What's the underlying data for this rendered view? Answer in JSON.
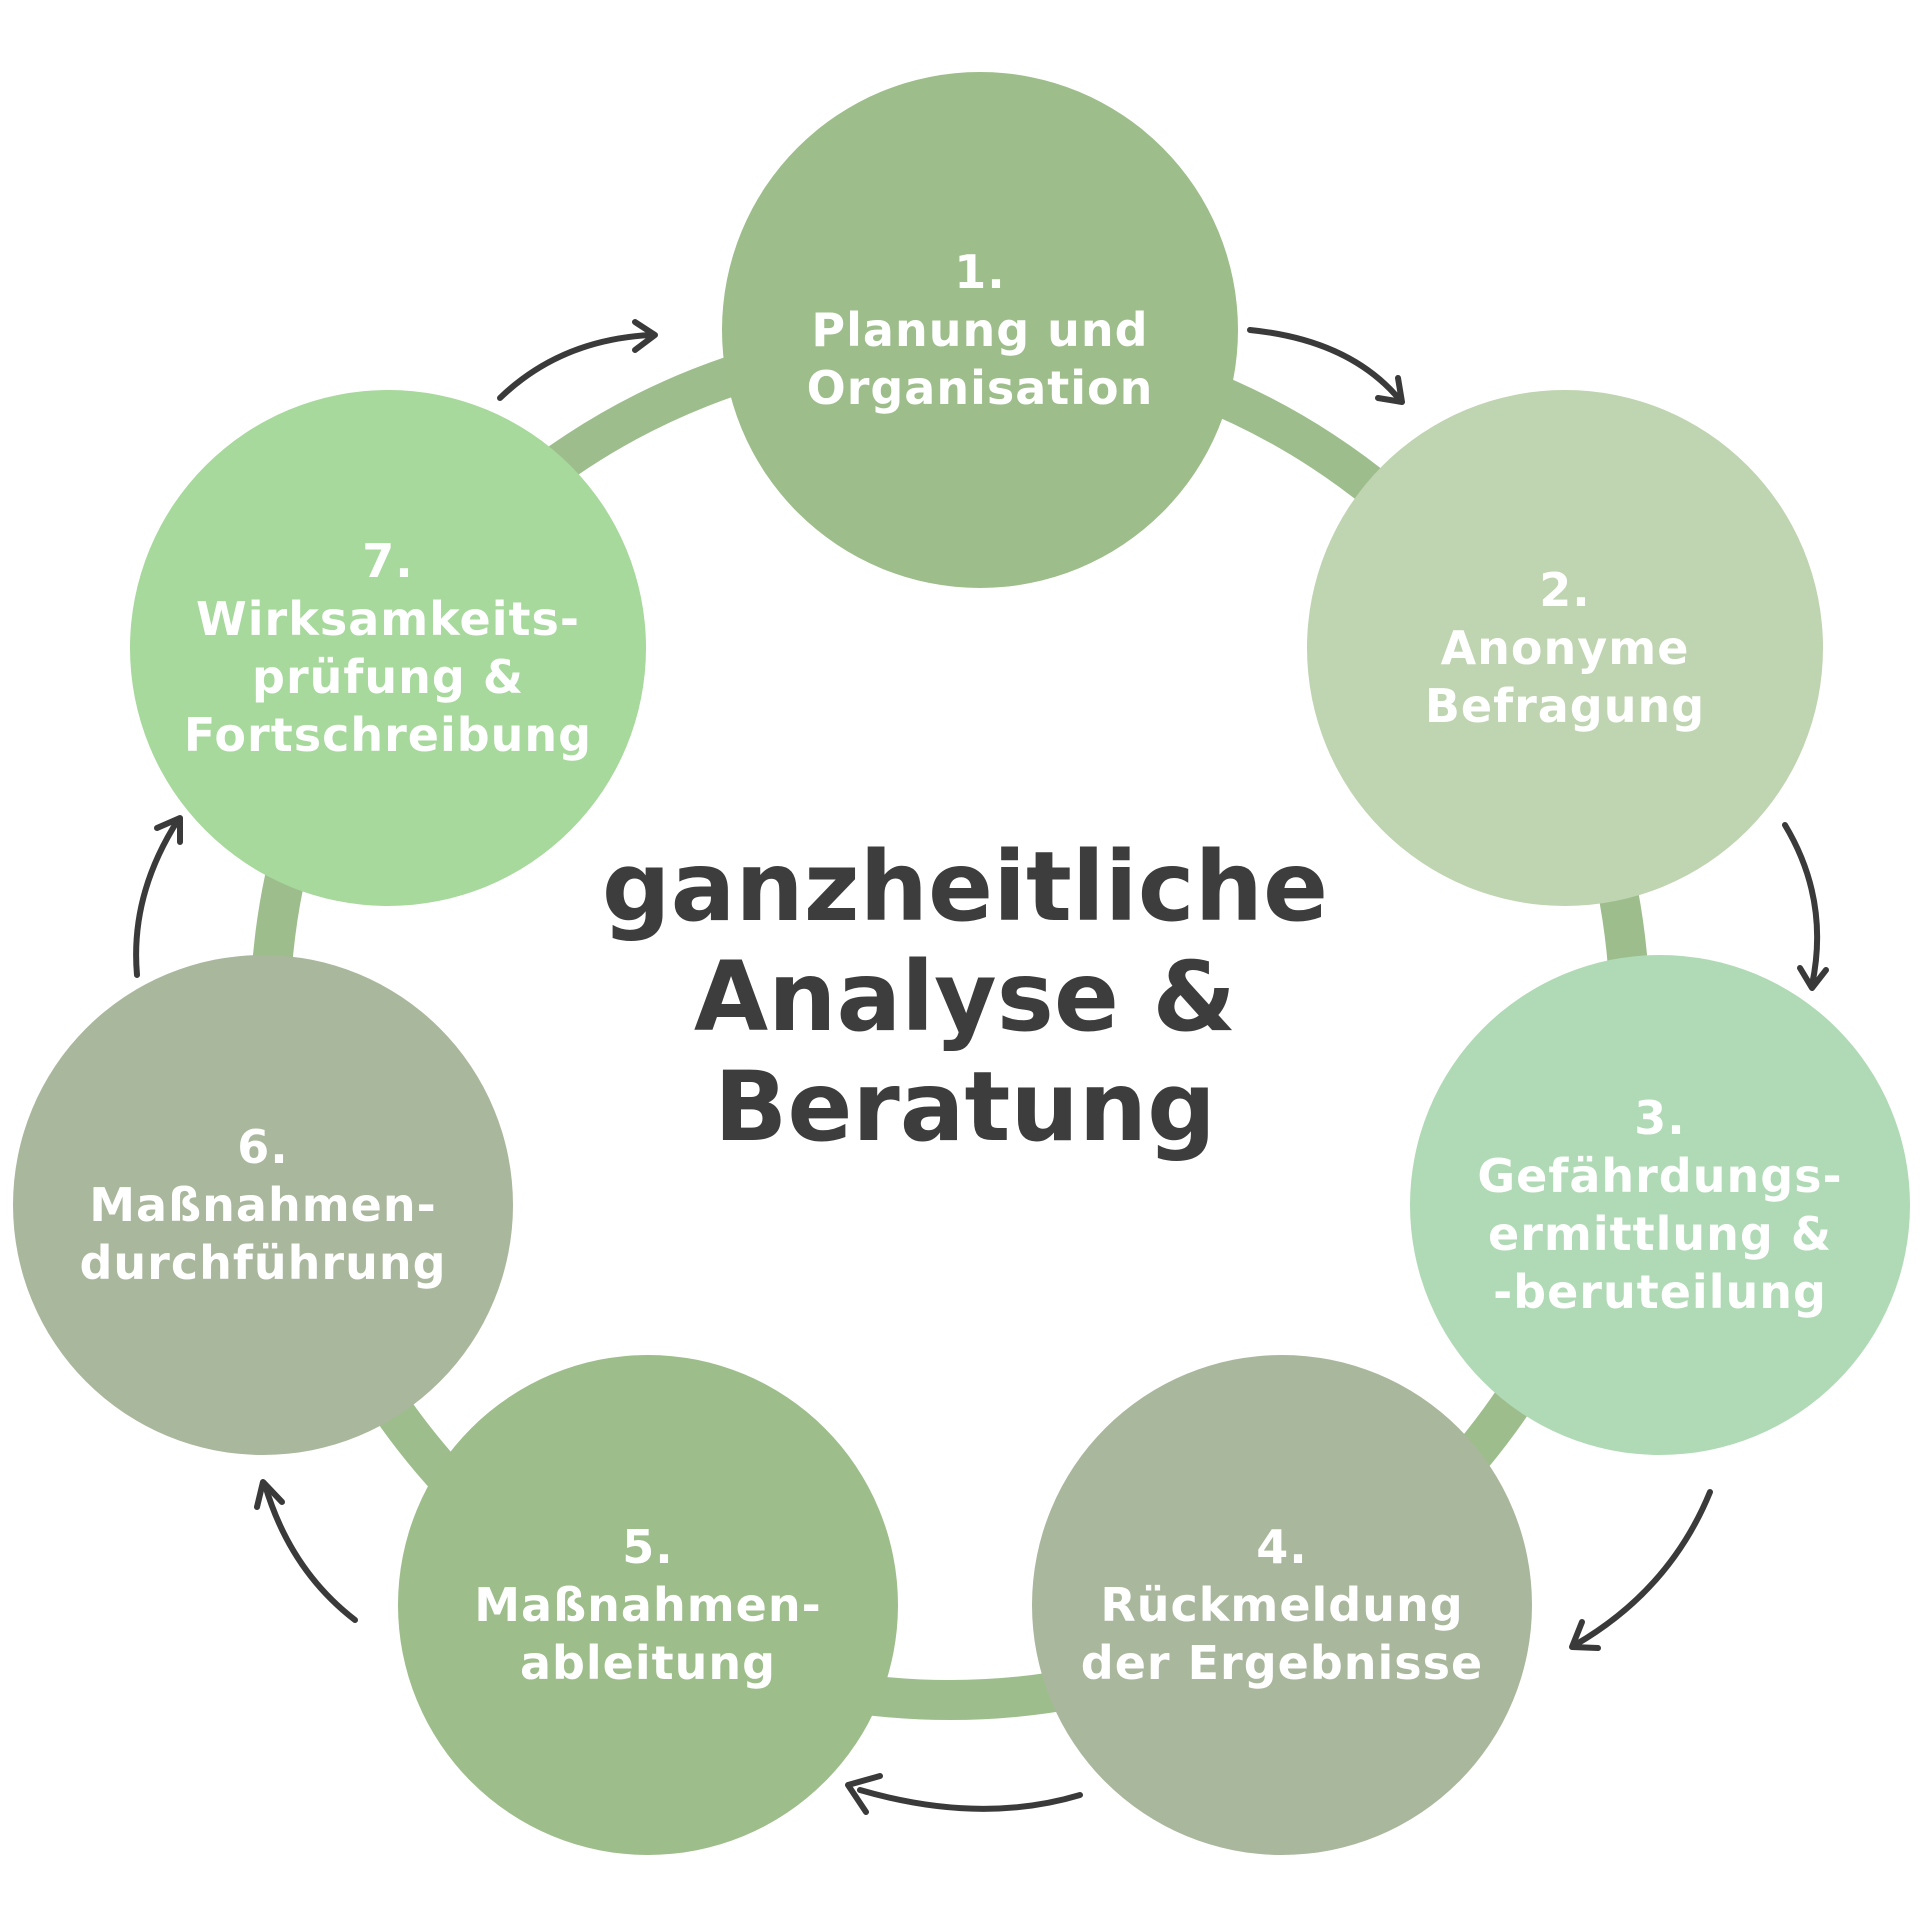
{
  "center": {
    "lines": [
      "ganzheitliche",
      "Analyse &",
      "Beratung"
    ]
  },
  "steps": [
    {
      "number": "1.",
      "lines": [
        "Planung und",
        "Organisation"
      ],
      "color": "#9dbd8a"
    },
    {
      "number": "2.",
      "lines": [
        "Anonyme",
        "Befragung"
      ],
      "color": "#bfd4b0"
    },
    {
      "number": "3.",
      "lines": [
        "Gefährdungs-",
        "ermittlung &",
        "-beruteilung"
      ],
      "color": "#b0dab5"
    },
    {
      "number": "4.",
      "lines": [
        "Rückmeldung",
        "der Ergebnisse"
      ],
      "color": "#a9b79c"
    },
    {
      "number": "5.",
      "lines": [
        "Maßnahmen-",
        "ableitung"
      ],
      "color": "#9dbd8a"
    },
    {
      "number": "6.",
      "lines": [
        "Maßnahmen-",
        "durchführung"
      ],
      "color": "#a9b79c"
    },
    {
      "number": "7.",
      "lines": [
        "Wirksamkeits-",
        "prüfung &",
        "Fortschreibung"
      ],
      "color": "#a7d89c"
    }
  ],
  "colors": {
    "ring": "#9dbe8c",
    "arrow": "#3a3a3a",
    "center_text": "#3d3d3d"
  }
}
